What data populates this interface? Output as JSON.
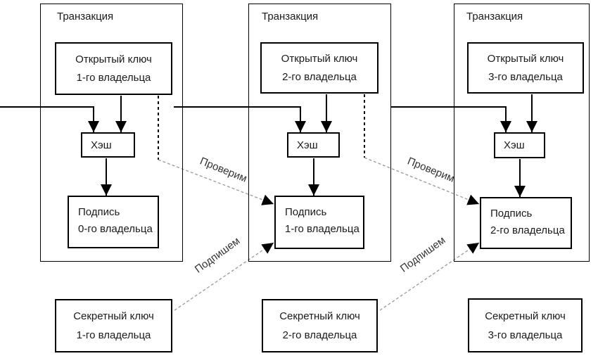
{
  "colors": {
    "background": "#ffffff",
    "solid_line": "#000000",
    "dashed_verify_drop": "#000000",
    "dashed_diagonal": "#999999",
    "arrowhead": "#000000",
    "box_border": "#000000",
    "text": "#1a1a1a"
  },
  "transactions": [
    {
      "title": "Транзакция",
      "public_key_line1": "Открытый ключ",
      "public_key_line2": "1-го владельца",
      "hash_label": "Хэш",
      "signature_line1": "Подпись",
      "signature_line2": "0-го владельца"
    },
    {
      "title": "Транзакция",
      "public_key_line1": "Открытый ключ",
      "public_key_line2": "2-го владельца",
      "hash_label": "Хэш",
      "signature_line1": "Подпись",
      "signature_line2": "1-го владельца"
    },
    {
      "title": "Транзакция",
      "public_key_line1": "Открытый ключ",
      "public_key_line2": "3-го владельца",
      "hash_label": "Хэш",
      "signature_line1": "Подпись",
      "signature_line2": "2-го владельца"
    }
  ],
  "secret_keys": [
    {
      "line1": "Секретный ключ",
      "line2": "1-го владельца"
    },
    {
      "line1": "Секретный ключ",
      "line2": "2-го владельца"
    },
    {
      "line1": "Секретный ключ",
      "line2": "3-го владельца"
    }
  ],
  "edge_labels": {
    "verify_1": "Проверим",
    "verify_2": "Проверим",
    "sign_1": "Подпишем",
    "sign_2": "Подпишем"
  }
}
